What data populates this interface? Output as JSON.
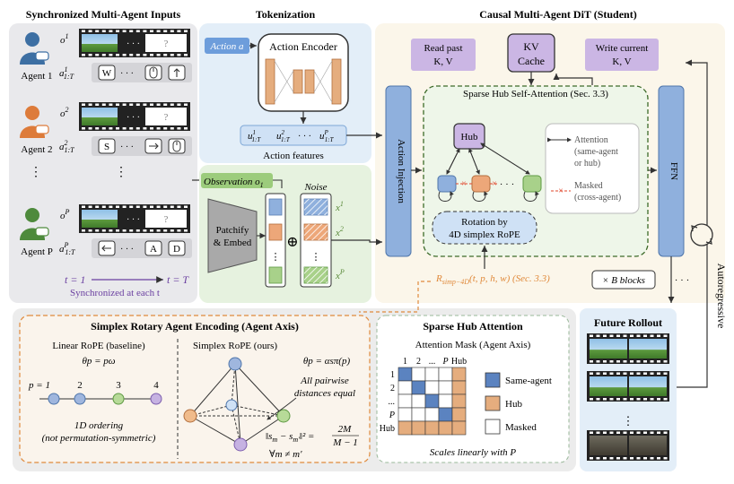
{
  "colors": {
    "panel_gray": "#e9e9ec",
    "panel_blue": "#e3eef8",
    "panel_green": "#e6f2df",
    "panel_cream": "#fbf6ea",
    "agent_blue": "#3d6fa3",
    "agent_orange": "#dd7b3a",
    "agent_green": "#4e8a3c",
    "hub_purple": "#cbb6e4",
    "orange_dash": "#e08a3c",
    "purple_text": "#6a3fa0",
    "cell_blue": "#5b83c0",
    "cell_orange": "#e5ad7e"
  },
  "sections": {
    "inputs_title": "Synchronized Multi-Agent Inputs",
    "tokenization_title": "Tokenization",
    "dit_title": "Causal Multi-Agent DiT (Student)",
    "rope_title": "Simplex Rotary Agent Encoding (Agent Axis)",
    "hub_title": "Sparse Hub Attention",
    "rollout_title": "Future Rollout"
  },
  "agents": [
    {
      "label": "Agent 1",
      "obs_sup": "1",
      "act_sup": "1",
      "keys": [
        "W",
        "mouse-icon",
        "arrow-up"
      ]
    },
    {
      "label": "Agent 2",
      "obs_sup": "2",
      "act_sup": "2",
      "keys": [
        "S",
        "arrow-right",
        "mouse-icon"
      ]
    },
    {
      "label": "Agent P",
      "obs_sup": "P",
      "act_sup": "P",
      "keys": [
        "arrow-left",
        "A",
        "D"
      ]
    }
  ],
  "inputs": {
    "obs_prefix": "o",
    "act_prefix": "a",
    "sub": "1:T",
    "unknown": "?",
    "ellipsis": "⋮",
    "dots": "· · ·",
    "t_start": "t = 1",
    "t_end": "t = T",
    "sync_caption": "Synchronized at each t"
  },
  "tokenization": {
    "action_label": "Action a",
    "encoder_label": "Action Encoder",
    "features": [
      "u",
      "u",
      "u"
    ],
    "feature_sups": [
      "1",
      "2",
      "P"
    ],
    "feature_sub": "1:T",
    "features_caption": "Action features",
    "observation_label": "Observation o",
    "observation_sub": "1",
    "patchify_line1": "Patchify",
    "patchify_line2": "& Embed",
    "noise_label": "Noise",
    "noise_vars": [
      "x",
      "x",
      "x"
    ],
    "noise_sups": [
      "1",
      "2",
      "P"
    ],
    "plus": "⊕"
  },
  "dit": {
    "read_past_1": "Read past",
    "read_past_2": "K, V",
    "kv_cache_1": "KV",
    "kv_cache_2": "Cache",
    "write_current_1": "Write current",
    "write_current_2": "K, V",
    "action_injection": "Action Injection",
    "ffn": "FFN",
    "sparse_hub_title": "Sparse Hub Self-Attention (Sec. 3.3)",
    "hub": "Hub",
    "legend_attention": "Attention",
    "legend_attention_sub1": "(same-agent",
    "legend_attention_sub2": "or hub)",
    "legend_masked": "Masked",
    "legend_masked_sub": "(cross-agent)",
    "rotation_1": "Rotation by",
    "rotation_2": "4D simplex RoPE",
    "rsimp_label": "R",
    "rsimp_sub": "simp−4D",
    "rsimp_args": "(t, p, h, w) (Sec. 3.3)",
    "blocks": "× B blocks",
    "autoregressive": "Autoregressive",
    "cross": "×"
  },
  "rope": {
    "linear_title": "Linear RoPE (baseline)",
    "linear_formula": "θp = pω",
    "points": [
      "p = 1",
      "2",
      "3",
      "4"
    ],
    "ordering_1": "1D ordering",
    "ordering_2": "(not permutation-symmetric)",
    "simplex_title": "Simplex RoPE (ours)",
    "simplex_formula": "θp = αsπ(p)",
    "pairwise_1": "All pairwise",
    "pairwise_2": "distances equal",
    "distance_formula": "‖sm − sm′‖² = 2M/(M − 1)",
    "distance_lhs": "‖s",
    "distance_mid": " − s",
    "distance_rhs": "‖² =",
    "frac_num": "2M",
    "frac_den": "M − 1",
    "forall": "∀m ≠ m′"
  },
  "hub_attention": {
    "mask_title": "Attention Mask (Agent Axis)",
    "col_labels": [
      "1",
      "2",
      "...",
      "P",
      "Hub"
    ],
    "row_labels": [
      "1",
      "2",
      "...",
      "P",
      "Hub"
    ],
    "legend": [
      "Same-agent",
      "Hub",
      "Masked"
    ],
    "caption": "Scales linearly with P"
  }
}
